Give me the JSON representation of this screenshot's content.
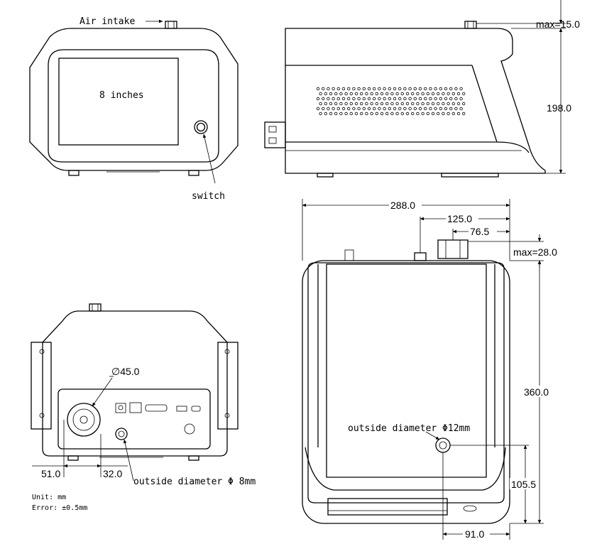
{
  "front_view": {
    "air_intake_label": "Air intake",
    "screen_label": "8 inches",
    "switch_label": "switch"
  },
  "side_view": {
    "max_height": "max=15.0",
    "height": "198.0"
  },
  "back_view": {
    "port_diameter": "∅45.0",
    "dim_left": "51.0",
    "dim_right": "32.0",
    "outlet_label": "outside diameter Φ 8mm",
    "unit_label": "Unit: mm",
    "error_label": "Error: ±0.5mm"
  },
  "top_view": {
    "width": "288.0",
    "offset_1": "125.0",
    "offset_2": "76.5",
    "max_depth": "max=28.0",
    "depth": "360.0",
    "outlet_label": "outside diameter Φ12mm",
    "outlet_y": "105.5",
    "outlet_x": "91.0"
  }
}
